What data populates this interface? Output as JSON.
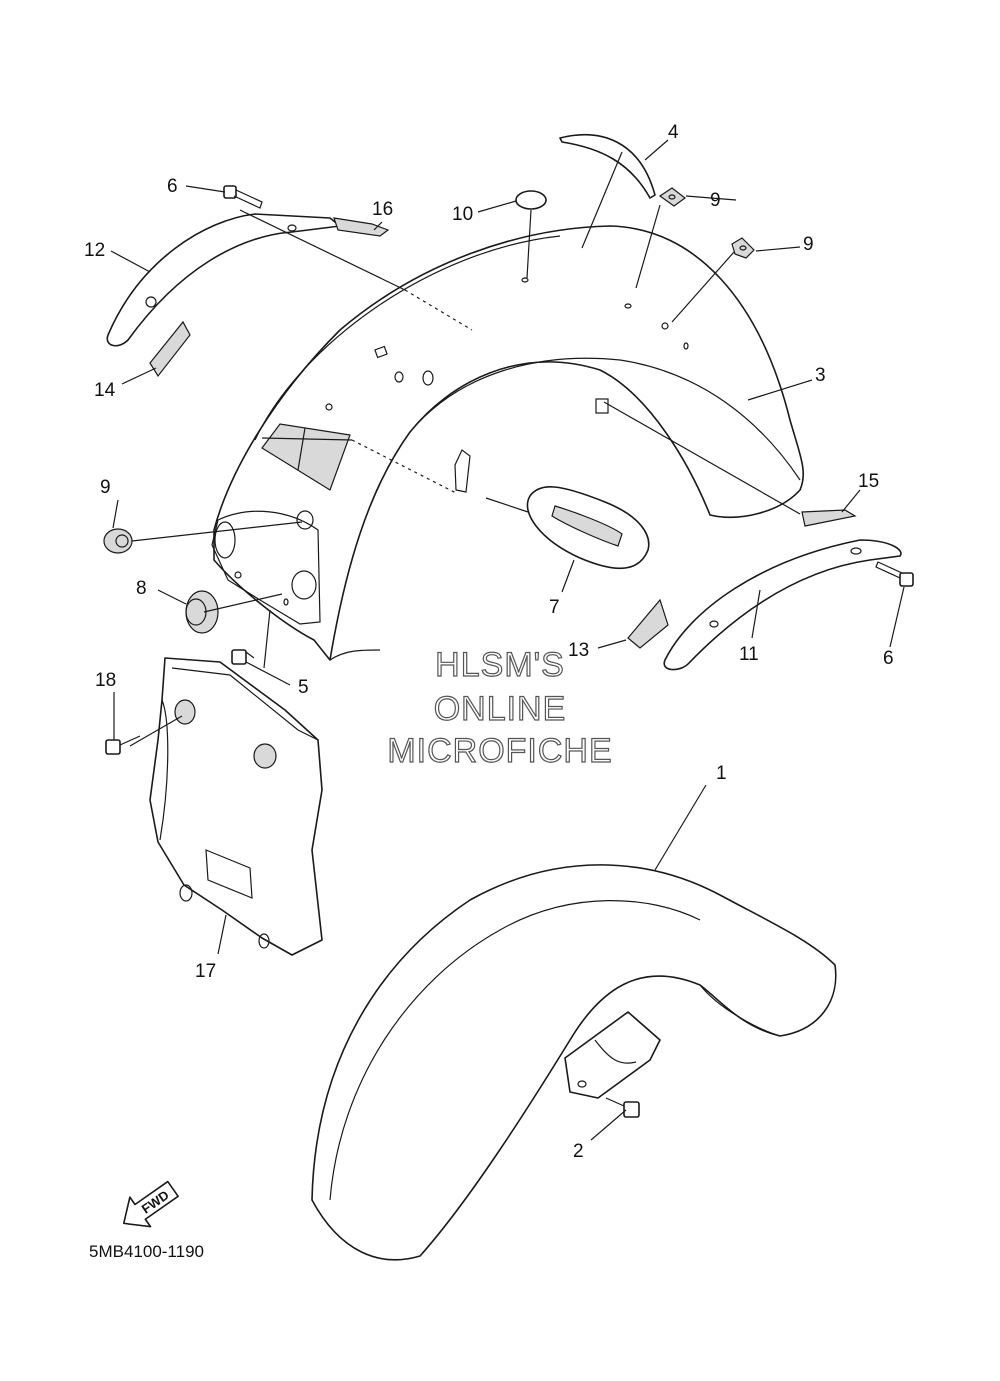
{
  "callouts": [
    {
      "id": "c1",
      "label": "1"
    },
    {
      "id": "c2",
      "label": "2"
    },
    {
      "id": "c3",
      "label": "3"
    },
    {
      "id": "c4",
      "label": "4"
    },
    {
      "id": "c5",
      "label": "5"
    },
    {
      "id": "c6a",
      "label": "6"
    },
    {
      "id": "c6b",
      "label": "6"
    },
    {
      "id": "c7",
      "label": "7"
    },
    {
      "id": "c8",
      "label": "8"
    },
    {
      "id": "c9a",
      "label": "9"
    },
    {
      "id": "c9b",
      "label": "9"
    },
    {
      "id": "c9c",
      "label": "9"
    },
    {
      "id": "c10",
      "label": "10"
    },
    {
      "id": "c11",
      "label": "11"
    },
    {
      "id": "c12",
      "label": "12"
    },
    {
      "id": "c13",
      "label": "13"
    },
    {
      "id": "c14",
      "label": "14"
    },
    {
      "id": "c15",
      "label": "15"
    },
    {
      "id": "c16",
      "label": "16"
    },
    {
      "id": "c17",
      "label": "17"
    },
    {
      "id": "c18",
      "label": "18"
    }
  ],
  "watermark": {
    "line1": "HLSM'S",
    "line2": "ONLINE",
    "line3": "MICROFICHE"
  },
  "fwd_label": "FWD",
  "diagram_ref": "5MB4100-1190"
}
